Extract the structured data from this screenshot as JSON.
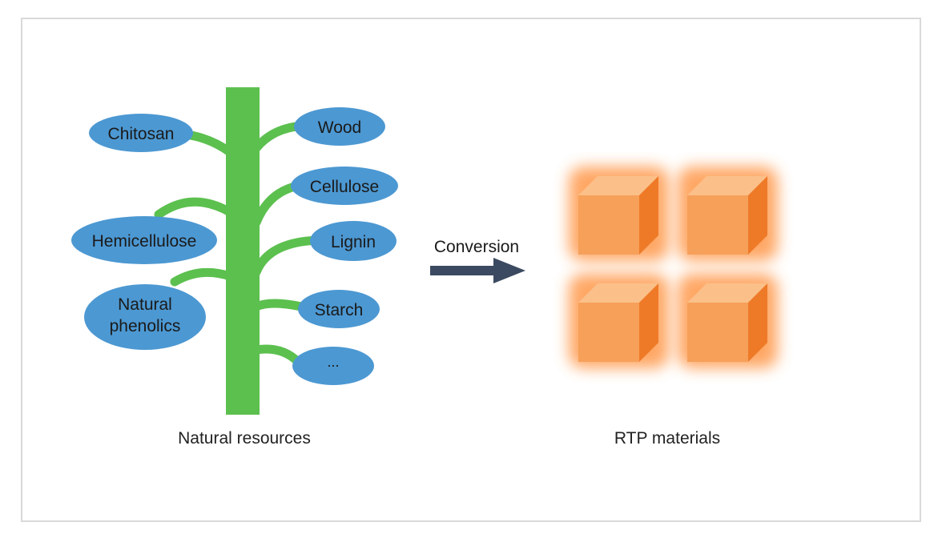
{
  "colors": {
    "stem": "#5cc04f",
    "node": "#4c98d2",
    "arrow": "#3b4a60",
    "cube_front": "#f6a05a",
    "cube_top": "#fbc089",
    "cube_side": "#ee7a28",
    "glow": "#ff8a30"
  },
  "left_nodes": [
    "Chitosan",
    "Hemicellulose",
    "Natural",
    "phenolics"
  ],
  "right_nodes": [
    "Wood",
    "Cellulose",
    "Lignin",
    "Starch",
    "..."
  ],
  "arrow_label": "Conversion",
  "left_caption": "Natural resources",
  "right_caption": "RTP materials"
}
